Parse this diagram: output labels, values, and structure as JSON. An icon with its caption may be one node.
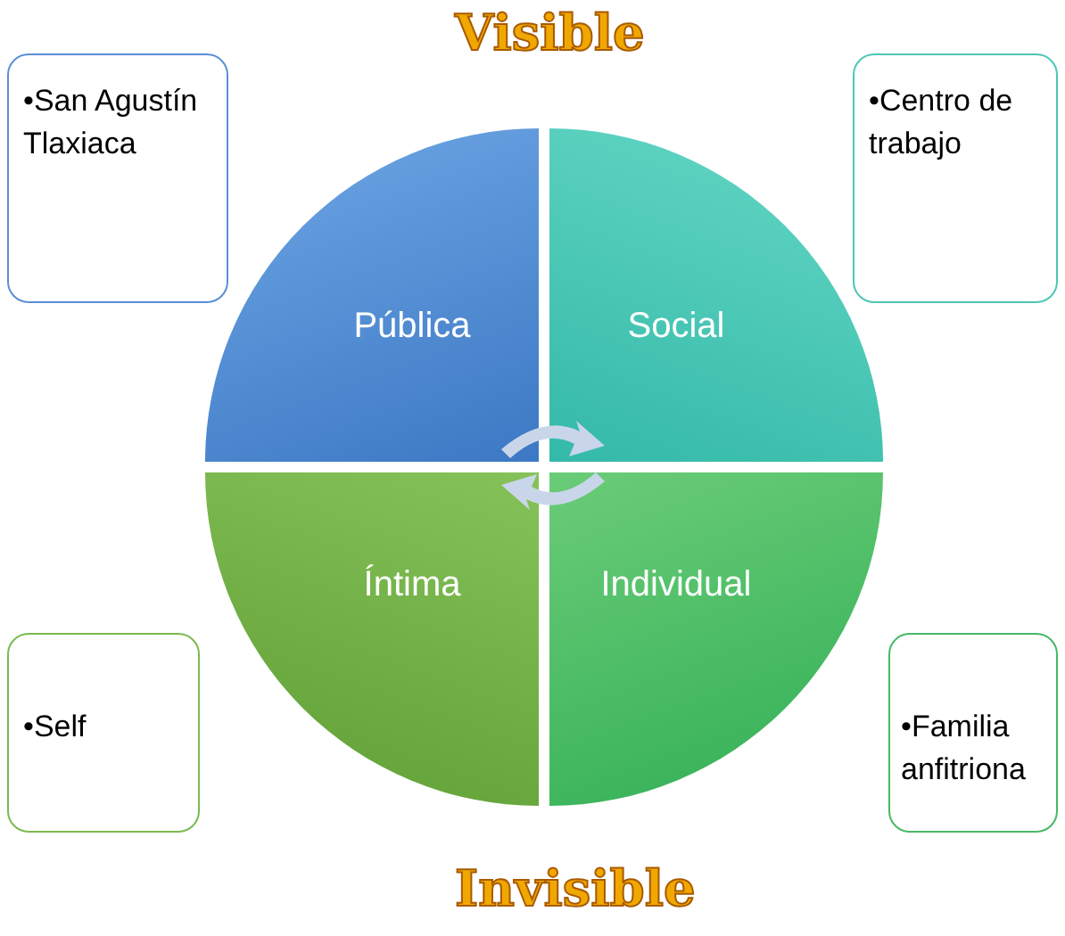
{
  "diagram": {
    "nodes": [
      {
        "text": [
          "•San Agustín Tlaxiaca"
        ]
      },
      {
        "text": [
          "•Centro de trabajo"
        ]
      },
      {
        "text": [
          "Pública"
        ]
      },
      {
        "text": [
          "Social"
        ]
      },
      {
        "text": [
          "Íntima"
        ]
      },
      {
        "text": [
          "Individual"
        ]
      },
      {
        "text": [
          "•Self"
        ]
      },
      {
        "text": [
          "•Familia anfitriona"
        ]
      }
    ],
    "edges": [],
    "labels": [
      "Visible",
      "Invisible"
    ]
  }
}
